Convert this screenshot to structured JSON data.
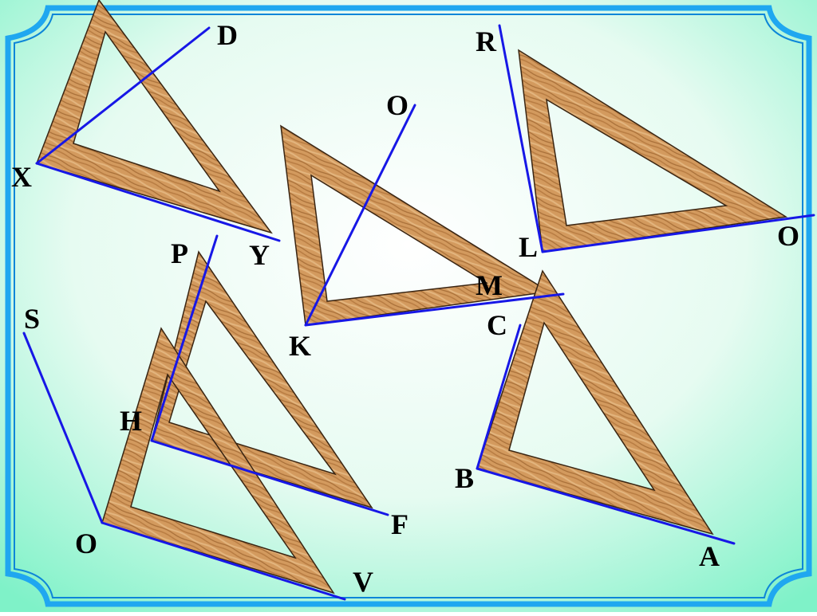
{
  "colors": {
    "frame": "#1fa7f0",
    "frame_inner": "#0d86d8",
    "background_center": "#ffffff",
    "background_edge": "#7ff2c8",
    "ray": "#1717e6",
    "wood_light": "#d7a064",
    "wood_dark": "#a96e38",
    "wood_edge": "#3a2512"
  },
  "diagram": {
    "angles": [
      {
        "id": "angle-dxy",
        "vertex": "X",
        "arm_points": [
          "D",
          "Y"
        ]
      },
      {
        "id": "angle-okm",
        "vertex": "K",
        "arm_points": [
          "O",
          "M"
        ]
      },
      {
        "id": "angle-rlo",
        "vertex": "L",
        "arm_points": [
          "R",
          "O"
        ]
      },
      {
        "id": "angle-pf",
        "vertex": "H",
        "arm_points": [
          "P",
          "F"
        ]
      },
      {
        "id": "angle-sov",
        "vertex": "O",
        "arm_points": [
          "S",
          "V"
        ]
      },
      {
        "id": "angle-cba",
        "vertex": "B",
        "arm_points": [
          "C",
          "A"
        ]
      }
    ]
  },
  "labels": {
    "d": "D",
    "x": "X",
    "y": "Y",
    "o_top": "O",
    "k": "K",
    "m": "M",
    "r": "R",
    "l": "L",
    "o_right": "O",
    "p": "P",
    "h": "H",
    "f": "F",
    "s": "S",
    "o_bottom": "O",
    "v": "V",
    "c": "C",
    "b": "B",
    "a": "A"
  }
}
